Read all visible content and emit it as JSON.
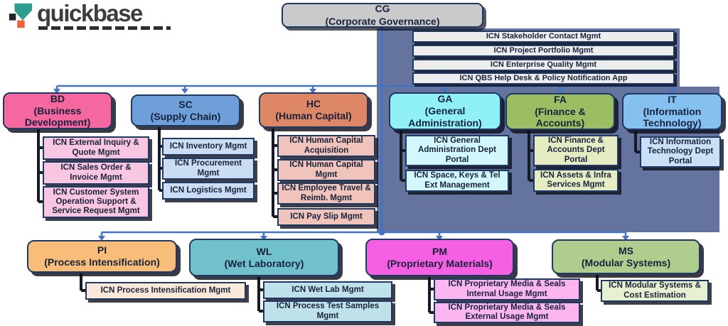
{
  "logo": {
    "brand": "quickbase"
  },
  "root": {
    "code": "CG",
    "label": "(Corporate Governance)"
  },
  "corporate_apps": [
    "ICN Stakeholder Contact Mgmt",
    "ICN Project Portfolio Mgmt",
    "ICN Enterprise Quality Mgmt",
    "ICN QBS Help Desk & Policy Notification App"
  ],
  "departments": [
    {
      "code": "BD",
      "label": "(Business Development)",
      "colors": {
        "header": "#F4679F",
        "item": "#F9C6E1"
      },
      "items": [
        "ICN External Inquiry & Quote Mgmt",
        "ICN Sales Order & Invoice Mgmt",
        "ICN Customer System Operation Support & Service Request Mgmt"
      ]
    },
    {
      "code": "SC",
      "label": "(Supply Chain)",
      "colors": {
        "header": "#6E9FD8",
        "item": "#CBDDF2"
      },
      "items": [
        "ICN Inventory Mgmt",
        "ICN Procurement Mgmt",
        "ICN Logistics Mgmt"
      ]
    },
    {
      "code": "HC",
      "label": "(Human Capital)",
      "colors": {
        "header": "#DE8766",
        "item": "#F0C3BB"
      },
      "items": [
        "ICN Human Capital Acquisition",
        "ICN Human Capital Mgmt",
        "ICN Employee Travel & Reimb. Mgmt",
        "ICN Pay Slip Mgmt"
      ]
    },
    {
      "code": "GA",
      "label": "(General Administration)",
      "colors": {
        "header": "#8FF0F8",
        "item": "#D2F7FC"
      },
      "items": [
        "ICN General Administration Dept Portal",
        "ICN Space, Keys & Tel Ext Management"
      ]
    },
    {
      "code": "FA",
      "label": "(Finance & Accounts)",
      "colors": {
        "header": "#9CBE63",
        "item": "#E5ECC4"
      },
      "items": [
        "ICN Finance & Accounts Dept Portal",
        "ICN Assets & Infra Services Mgmt"
      ]
    },
    {
      "code": "IT",
      "label": "(Information Technology)",
      "colors": {
        "header": "#84C0F0",
        "item": "#C9E0F7"
      },
      "items": [
        "ICN Information Technology Dept Portal"
      ]
    }
  ],
  "programs": [
    {
      "code": "PI",
      "label": "(Process Intensification)",
      "colors": {
        "header": "#F7BD79",
        "item": "#FAE8D8"
      },
      "items": [
        "ICN Process Intensification Mgmt"
      ]
    },
    {
      "code": "WL",
      "label": "(Wet Laboratory)",
      "colors": {
        "header": "#70C1CB",
        "item": "#BFE1E9"
      },
      "items": [
        "ICN Wet Lab Mgmt",
        "ICN Process Test Samples Mgmt"
      ]
    },
    {
      "code": "PM",
      "label": "(Proprietary Materials)",
      "colors": {
        "header": "#F55FE3",
        "item": "#FBB5EF"
      },
      "items": [
        "ICN Proprietary Media & Seals Internal Usage Mgmt",
        "ICN Proprietary Media & Seals External Usage Mgmt"
      ]
    },
    {
      "code": "MS",
      "label": "(Modular Systems)",
      "colors": {
        "header": "#AFCD8C",
        "item": "#E7F0D1"
      },
      "items": [
        "ICN Modular Systems & Cost Estimation"
      ]
    }
  ],
  "theme": {
    "panel": "#64749E",
    "connector_blue": "#4472C4",
    "connector_dark": "#161A24",
    "border_navy": "#1F3864",
    "root_fill": "#CACACA",
    "list_fill": "#EDEDED",
    "brand_teal": "#2E9C8E",
    "brand_orange": "#F2603C",
    "text": "#18223A"
  }
}
